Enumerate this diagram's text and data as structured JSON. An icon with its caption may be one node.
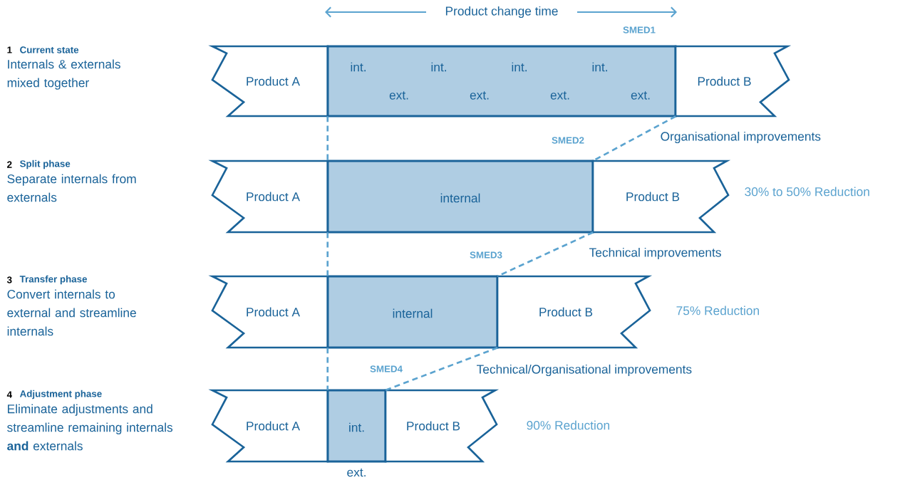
{
  "diagram": {
    "nodes": [
      {
        "text": [
          "Product A"
        ]
      },
      {
        "text": [
          "int.",
          "int.",
          "int.",
          "int.",
          "ext.",
          "ext.",
          "ext.",
          "ext."
        ]
      },
      {
        "text": [
          "Product B"
        ]
      },
      {
        "text": [
          "Product A"
        ]
      },
      {
        "text": [
          "internal"
        ]
      },
      {
        "text": [
          "Product B"
        ]
      },
      {
        "text": [
          "Product A"
        ]
      },
      {
        "text": [
          "internal"
        ]
      },
      {
        "text": [
          "Product B"
        ]
      },
      {
        "text": [
          "Product A"
        ]
      },
      {
        "text": [
          "int."
        ],
        "beside": [
          "ext."
        ]
      },
      {
        "text": [
          "Product B"
        ]
      }
    ],
    "edges": [
      {
        "from": 1,
        "to": 4,
        "arrow": "none",
        "style": "dashed",
        "color": "#5ba3cf"
      },
      {
        "from": 1,
        "to": 4,
        "arrow": "none",
        "style": "dashed",
        "color": "#5ba3cf"
      },
      {
        "from": 4,
        "to": 7,
        "arrow": "none",
        "style": "dashed",
        "color": "#5ba3cf"
      },
      {
        "from": 4,
        "to": 7,
        "arrow": "none",
        "style": "dashed",
        "color": "#5ba3cf"
      },
      {
        "from": 7,
        "to": 10,
        "arrow": "none",
        "style": "dashed",
        "color": "#5ba3cf"
      },
      {
        "from": 7,
        "to": 10,
        "arrow": "none",
        "style": "dashed",
        "color": "#5ba3cf"
      }
    ],
    "labels": [
      "Product change time",
      "SMED1",
      "1",
      "Current state",
      "Internals & externals mixed together",
      "SMED2",
      "Organisational improvements",
      "2",
      "Split phase",
      "Separate internals from externals",
      "30% to 50% Reduction",
      "SMED3",
      "Technical improvements",
      "3",
      "Transfer phase",
      "Convert internals to external and streamline internals",
      "75% Reduction",
      "SMED4",
      "Technical/Organisational improvements",
      "4",
      "Adjustment phase",
      "Eliminate adjustments and streamline remaining internals **and** externals",
      "90% Reduction"
    ]
  }
}
